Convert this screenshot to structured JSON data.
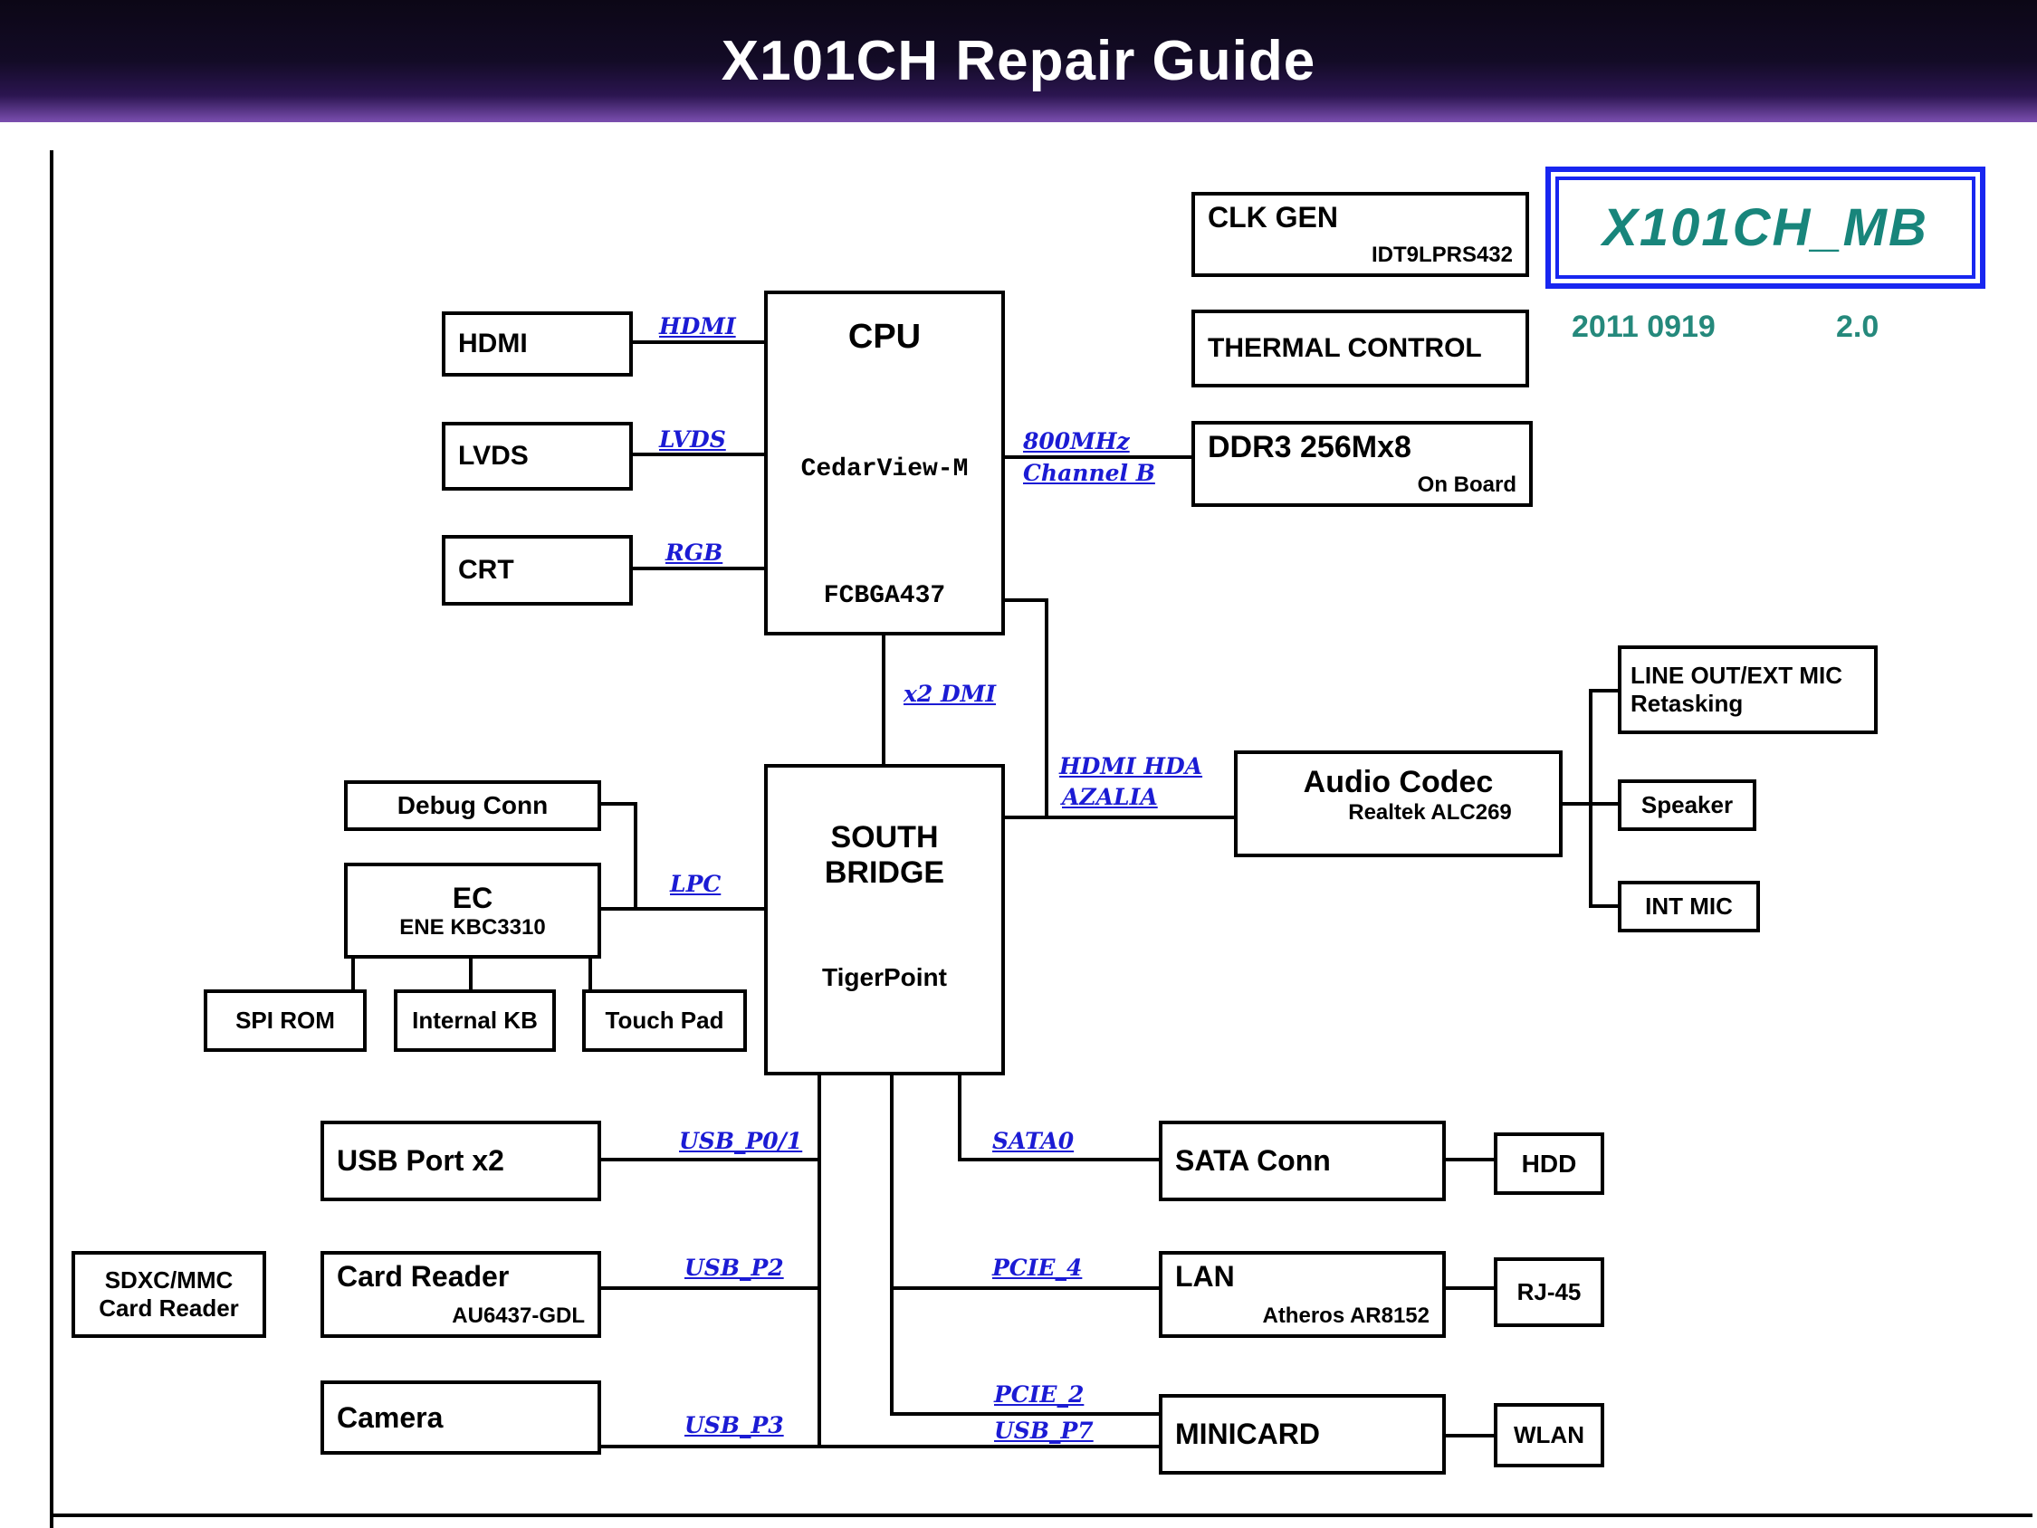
{
  "header": {
    "title": "X101CH Repair Guide"
  },
  "badge": {
    "title": "X101CH_MB",
    "date": "2011 0919",
    "version": "2.0"
  },
  "boxes": {
    "clk_gen": {
      "title": "CLK GEN",
      "subtitle": "IDT9LPRS432"
    },
    "thermal_control": {
      "title": "THERMAL CONTROL"
    },
    "cpu": {
      "title": "CPU",
      "core": "CedarView-M",
      "package": "FCBGA437"
    },
    "hdmi": {
      "title": "HDMI"
    },
    "lvds": {
      "title": "LVDS"
    },
    "crt": {
      "title": "CRT"
    },
    "ddr3": {
      "title": "DDR3 256Mx8",
      "subtitle": "On Board"
    },
    "south_bridge": {
      "title_line1": "SOUTH",
      "title_line2": "BRIDGE",
      "subtitle": "TigerPoint"
    },
    "debug_conn": {
      "title": "Debug Conn"
    },
    "ec": {
      "title": "EC",
      "subtitle": "ENE KBC3310"
    },
    "spi_rom": {
      "title": "SPI ROM"
    },
    "internal_kb": {
      "title": "Internal KB"
    },
    "touch_pad": {
      "title": "Touch Pad"
    },
    "audio_codec": {
      "title": "Audio Codec",
      "subtitle": "Realtek ALC269"
    },
    "line_out": {
      "title_line1": "LINE OUT/EXT MIC",
      "title_line2": "Retasking"
    },
    "speaker": {
      "title": "Speaker"
    },
    "int_mic": {
      "title": "INT MIC"
    },
    "usb_port": {
      "title": "USB Port x2"
    },
    "sata_conn": {
      "title": "SATA Conn"
    },
    "hdd": {
      "title": "HDD"
    },
    "sdxc": {
      "title_line1": "SDXC/MMC",
      "title_line2": "Card Reader"
    },
    "card_reader": {
      "title": "Card Reader",
      "subtitle": "AU6437-GDL"
    },
    "lan": {
      "title": "LAN",
      "subtitle": "Atheros AR8152"
    },
    "rj45": {
      "title": "RJ-45"
    },
    "camera": {
      "title": "Camera"
    },
    "minicard": {
      "title": "MINICARD"
    },
    "wlan": {
      "title": "WLAN"
    }
  },
  "nets": {
    "hdmi": "HDMI",
    "lvds": "LVDS",
    "rgb": "RGB",
    "mem_speed": "800MHz",
    "mem_channel": "Channel B",
    "dmi": "x2 DMI",
    "lpc": "LPC",
    "hda1": "HDMI HDA",
    "hda2": "AZALIA",
    "usb_p01": "USB_P0/1",
    "sata0": "SATA0",
    "usb_p2": "USB_P2",
    "pcie_4": "PCIE_4",
    "usb_p3": "USB_P3",
    "pcie_2": "PCIE_2",
    "usb_p7": "USB_P7"
  },
  "colors": {
    "net_label": "#1b1bd4",
    "badge_border": "#1826f0",
    "badge_text": "#18857b",
    "header_bg": "#130b26"
  }
}
